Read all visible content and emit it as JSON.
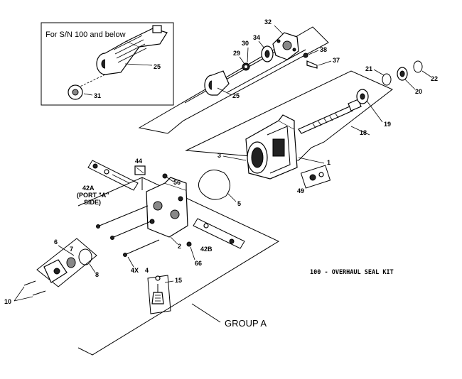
{
  "inset": {
    "title": "For S/N 100 and below"
  },
  "group_label": "GROUP A",
  "kit_note": "100 - OVERHAUL SEAL KIT",
  "callouts": {
    "c1": "1",
    "c2": "2",
    "c3": "3",
    "c4": "4",
    "c4x": "4X",
    "c5": "5",
    "c6": "6",
    "c7": "7",
    "c8": "8",
    "c10": "10",
    "c15": "15",
    "c18": "18",
    "c19": "19",
    "c20": "20",
    "c21": "21",
    "c22": "22",
    "c25a": "25",
    "c25b": "25",
    "c29": "29",
    "c30": "30",
    "c31": "31",
    "c32": "32",
    "c34": "34",
    "c37": "37",
    "c38": "38",
    "c42a": "42A",
    "c42a_port": "(PORT \"A\"",
    "c42a_side": "SIDE)",
    "c42b": "42B",
    "c44": "44",
    "c49": "49",
    "c56": "56",
    "c66": "66"
  }
}
